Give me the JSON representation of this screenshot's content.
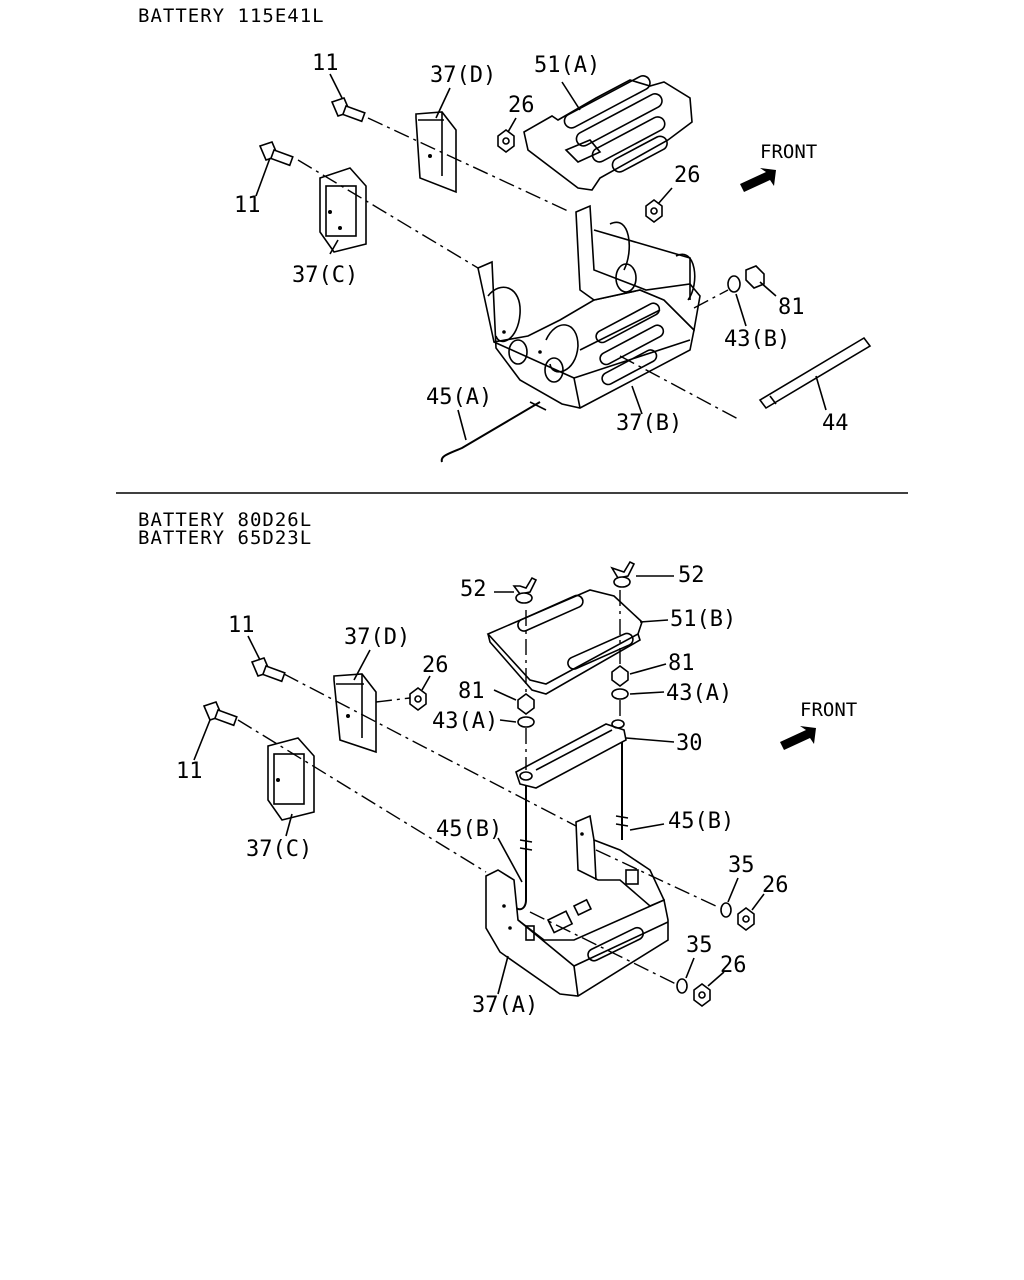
{
  "top": {
    "header": "BATTERY 115E41L",
    "front": "FRONT",
    "callouts": {
      "p11a": "11",
      "p11b": "11",
      "p37d": "37(D)",
      "p51a": "51(A)",
      "p26a": "26",
      "p26b": "26",
      "p37c": "37(C)",
      "p81": "81",
      "p43b": "43(B)",
      "p45a": "45(A)",
      "p37b": "37(B)",
      "p44": "44"
    }
  },
  "bottom": {
    "header1": "BATTERY 80D26L",
    "header2": "BATTERY 65D23L",
    "front": "FRONT",
    "callouts": {
      "p11a": "11",
      "p11b": "11",
      "p37d": "37(D)",
      "p26a": "26",
      "p37c": "37(C)",
      "p52a": "52",
      "p52b": "52",
      "p51b": "51(B)",
      "p81a": "81",
      "p81b": "81",
      "p43aa": "43(A)",
      "p43ab": "43(A)",
      "p30": "30",
      "p45ba": "45(B)",
      "p45bb": "45(B)",
      "p35a": "35",
      "p26b": "26",
      "p35b": "35",
      "p26c": "26",
      "p37a": "37(A)"
    }
  }
}
